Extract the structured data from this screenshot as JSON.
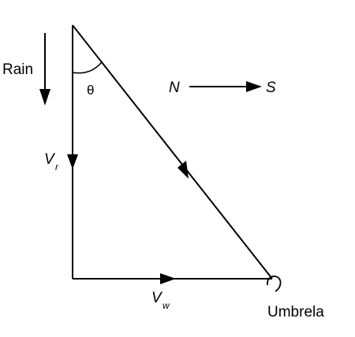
{
  "labels": {
    "rain": "Rain",
    "angle": "θ",
    "north": "N",
    "south": "S",
    "vr_main": "V",
    "vr_sub": "r",
    "vw_main": "V",
    "vw_sub": "w",
    "umbrella": "Umbrela"
  }
}
